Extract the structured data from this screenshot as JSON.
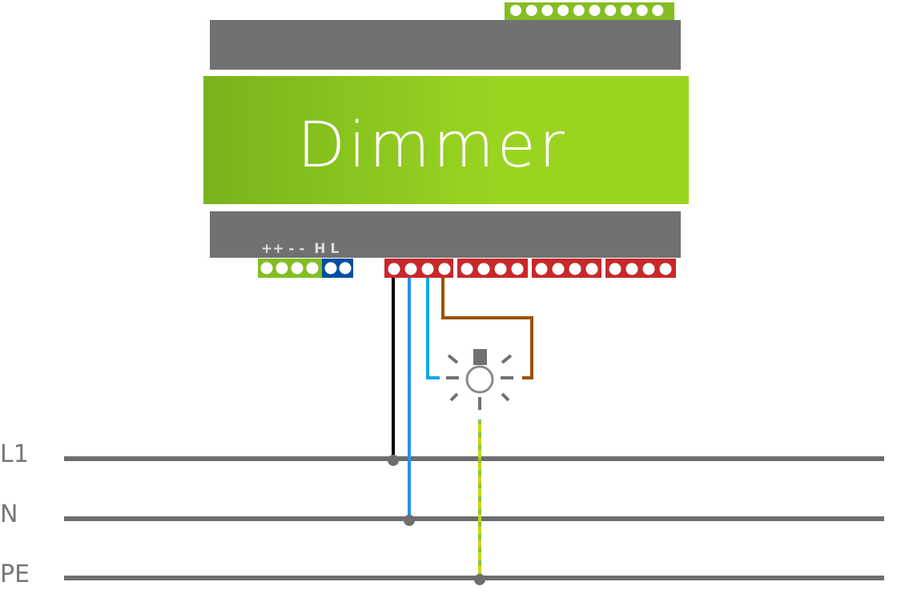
{
  "device": {
    "title": "Dimmer",
    "terminal_labels": "++ - -  H L"
  },
  "bus_lines": [
    {
      "label": "L1"
    },
    {
      "label": "N"
    },
    {
      "label": "PE"
    }
  ],
  "colors": {
    "housing": "#717171",
    "body_green_dark": "#78b31c",
    "body_green_light": "#9ad421",
    "connector_green": "#84bd24",
    "connector_blue": "#004f9f",
    "connector_red": "#c8282a",
    "wire_black": "#000000",
    "wire_blue": "#2b8ff0",
    "wire_lightblue": "#0aa8e8",
    "wire_brown": "#9a5200",
    "wire_pe": "#c8d800",
    "bus": "#6e6e6e"
  }
}
